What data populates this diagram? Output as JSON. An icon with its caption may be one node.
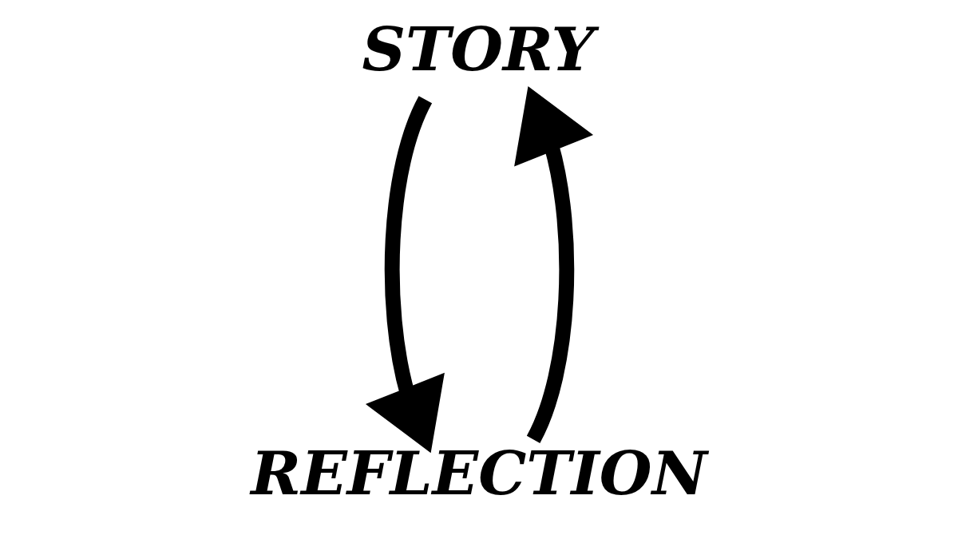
{
  "diagram": {
    "nodes": [
      {
        "text": [
          "STORY"
        ]
      },
      {
        "text": [
          "REFLECTION"
        ]
      }
    ],
    "edges": [
      {
        "from": 1,
        "to": 0,
        "arrow": "to"
      },
      {
        "from": 0,
        "to": 1,
        "arrow": "to"
      }
    ]
  }
}
